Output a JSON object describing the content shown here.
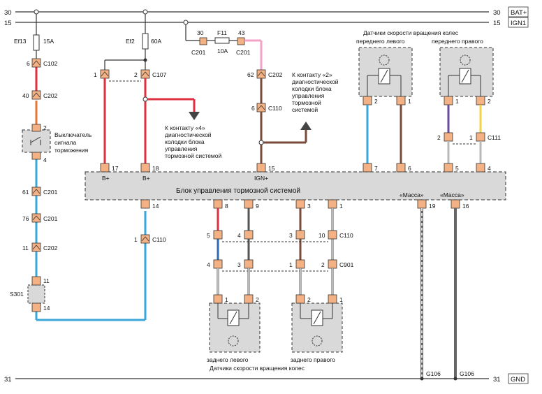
{
  "rails": {
    "bat_num": "30",
    "bat_label": "BAT+",
    "ign_num": "15",
    "ign_label": "IGN1",
    "gnd_num": "31",
    "gnd_label": "GND"
  },
  "fuses": {
    "ef13": "Ef13",
    "ef13_amp": "15A",
    "ef2": "Ef2",
    "ef2_amp": "60A",
    "f11": "F11",
    "f11_amp": "10A"
  },
  "labels": {
    "brake_switch": [
      "Выключатель",
      "сигнала",
      "торможения"
    ],
    "note4": [
      "К контакту «4»",
      "диагностической",
      "колодки блока",
      "управления",
      "тормозной системой"
    ],
    "note2": [
      "К контакту «2»",
      "диагностической",
      "колодки блока",
      "управления",
      "тормозной",
      "системой"
    ],
    "front_sensors": [
      "Датчики скорости вращения колес",
      "переднего левого",
      "переднего правого"
    ],
    "ecu_title": "Блок управления тормозной системой",
    "ecu_bplus": "B+",
    "ecu_ign": "IGN+",
    "mass": "«Масса»",
    "rear_left": "заднего левого",
    "rear_right": "заднего правого",
    "rear_caption": "Датчики скорости вращения колес",
    "s301": "S301",
    "g106": "G106"
  },
  "connectors": {
    "c102": "C102",
    "c202": "C202",
    "c201": "C201",
    "c107": "C107",
    "c110": "C110",
    "c111": "C111",
    "c901": "C901"
  },
  "pins": {
    "p6": "6",
    "p40": "40",
    "p2": "2",
    "p4": "4",
    "p61": "61",
    "p76": "76",
    "p11": "11",
    "p14": "14",
    "p1": "1",
    "p30": "30",
    "p43": "43",
    "p62": "62",
    "p17": "17",
    "p18": "18",
    "p15": "15",
    "p7": "7",
    "p5": "5",
    "p8": "8",
    "p9": "9",
    "p3": "3",
    "p19": "19",
    "p16": "16",
    "p10": "10"
  },
  "colors": {
    "red": "#e0303f",
    "blue": "#3aa7d8",
    "orange": "#e8763a",
    "brown": "#7a4a3a",
    "pink": "#f2a3c6",
    "grey": "#b8b8b8",
    "dark": "#555555",
    "purple": "#6a4b9c",
    "yellow": "#f4d24a",
    "dkblue": "#2b6cb0"
  }
}
